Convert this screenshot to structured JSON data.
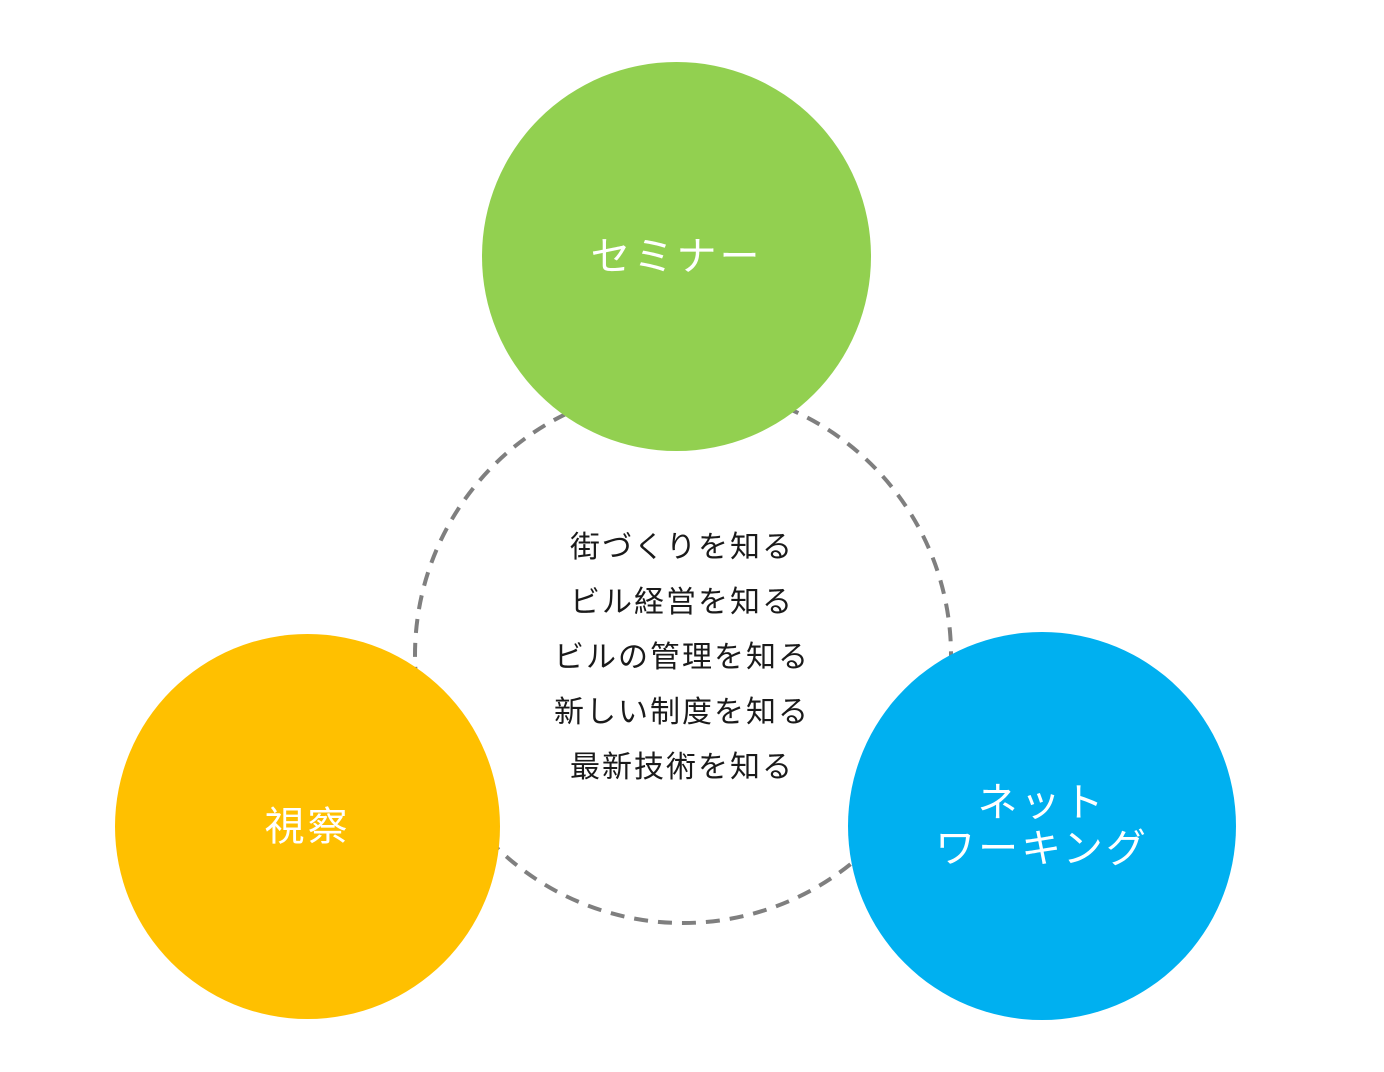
{
  "diagram": {
    "center_items": [
      "街づくりを知る",
      "ビル経営を知る",
      "ビルの管理を知る",
      "新しい制度を知る",
      "最新技術を知る"
    ],
    "nodes": [
      {
        "key": "seminar",
        "label": "セミナー",
        "color": "#92D050"
      },
      {
        "key": "inspection",
        "label": "視察",
        "color": "#FFC000"
      },
      {
        "key": "networking",
        "label": "ネット\nワーキング",
        "color": "#00B0F0"
      }
    ],
    "ring_color": "#7F7F7F",
    "text_color": "#1A1A1A"
  }
}
